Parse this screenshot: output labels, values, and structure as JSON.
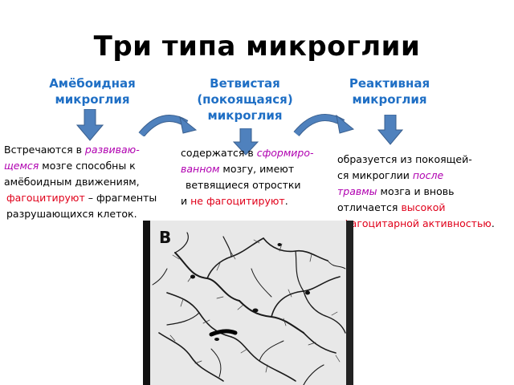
{
  "title": "Три типа микроглии",
  "types": [
    {
      "lines": [
        "Амёбоидная",
        "микроглия"
      ]
    },
    {
      "lines": [
        "Ветвистая",
        "(покоящаяся)",
        "микроглия"
      ]
    },
    {
      "lines": [
        "Реактивная",
        "микроглия"
      ]
    }
  ],
  "desc1": {
    "l1a": "Встречаются в ",
    "l1b": "развиваю-",
    "l2a": "щемся",
    "l2b": " мозге способны к",
    "l3": "амёбоидным движениям,",
    "l4a": "фагоцитируют",
    "l4b": " – фрагменты",
    "l5": "разрушающихся клеток."
  },
  "desc2": {
    "l1a": "содержатся в ",
    "l1b": "сформиро-",
    "l2a": "ванном",
    "l2b": " мозгу, имеют",
    "l3": "ветвящиеся отростки",
    "l4a": "и ",
    "l4b": "не фагоцитируют",
    "l4c": "."
  },
  "desc3": {
    "l1": "образуется из покоящей-",
    "l2a": "ся микроглии ",
    "l2b": "после",
    "l3a": "травмы",
    "l3b": " мозга и вновь",
    "l4a": "отличается ",
    "l4b": "высокой",
    "l5a": "фагоцитарной активностью",
    "l5b": "."
  },
  "image": {
    "panel_letter": "B"
  },
  "colors": {
    "heading": "#1f6fc5",
    "arrow_fill": "#4f81bd",
    "arrow_stroke": "#3a5f8e",
    "italic_accent": "#b000b0",
    "red_accent": "#e0001a"
  }
}
